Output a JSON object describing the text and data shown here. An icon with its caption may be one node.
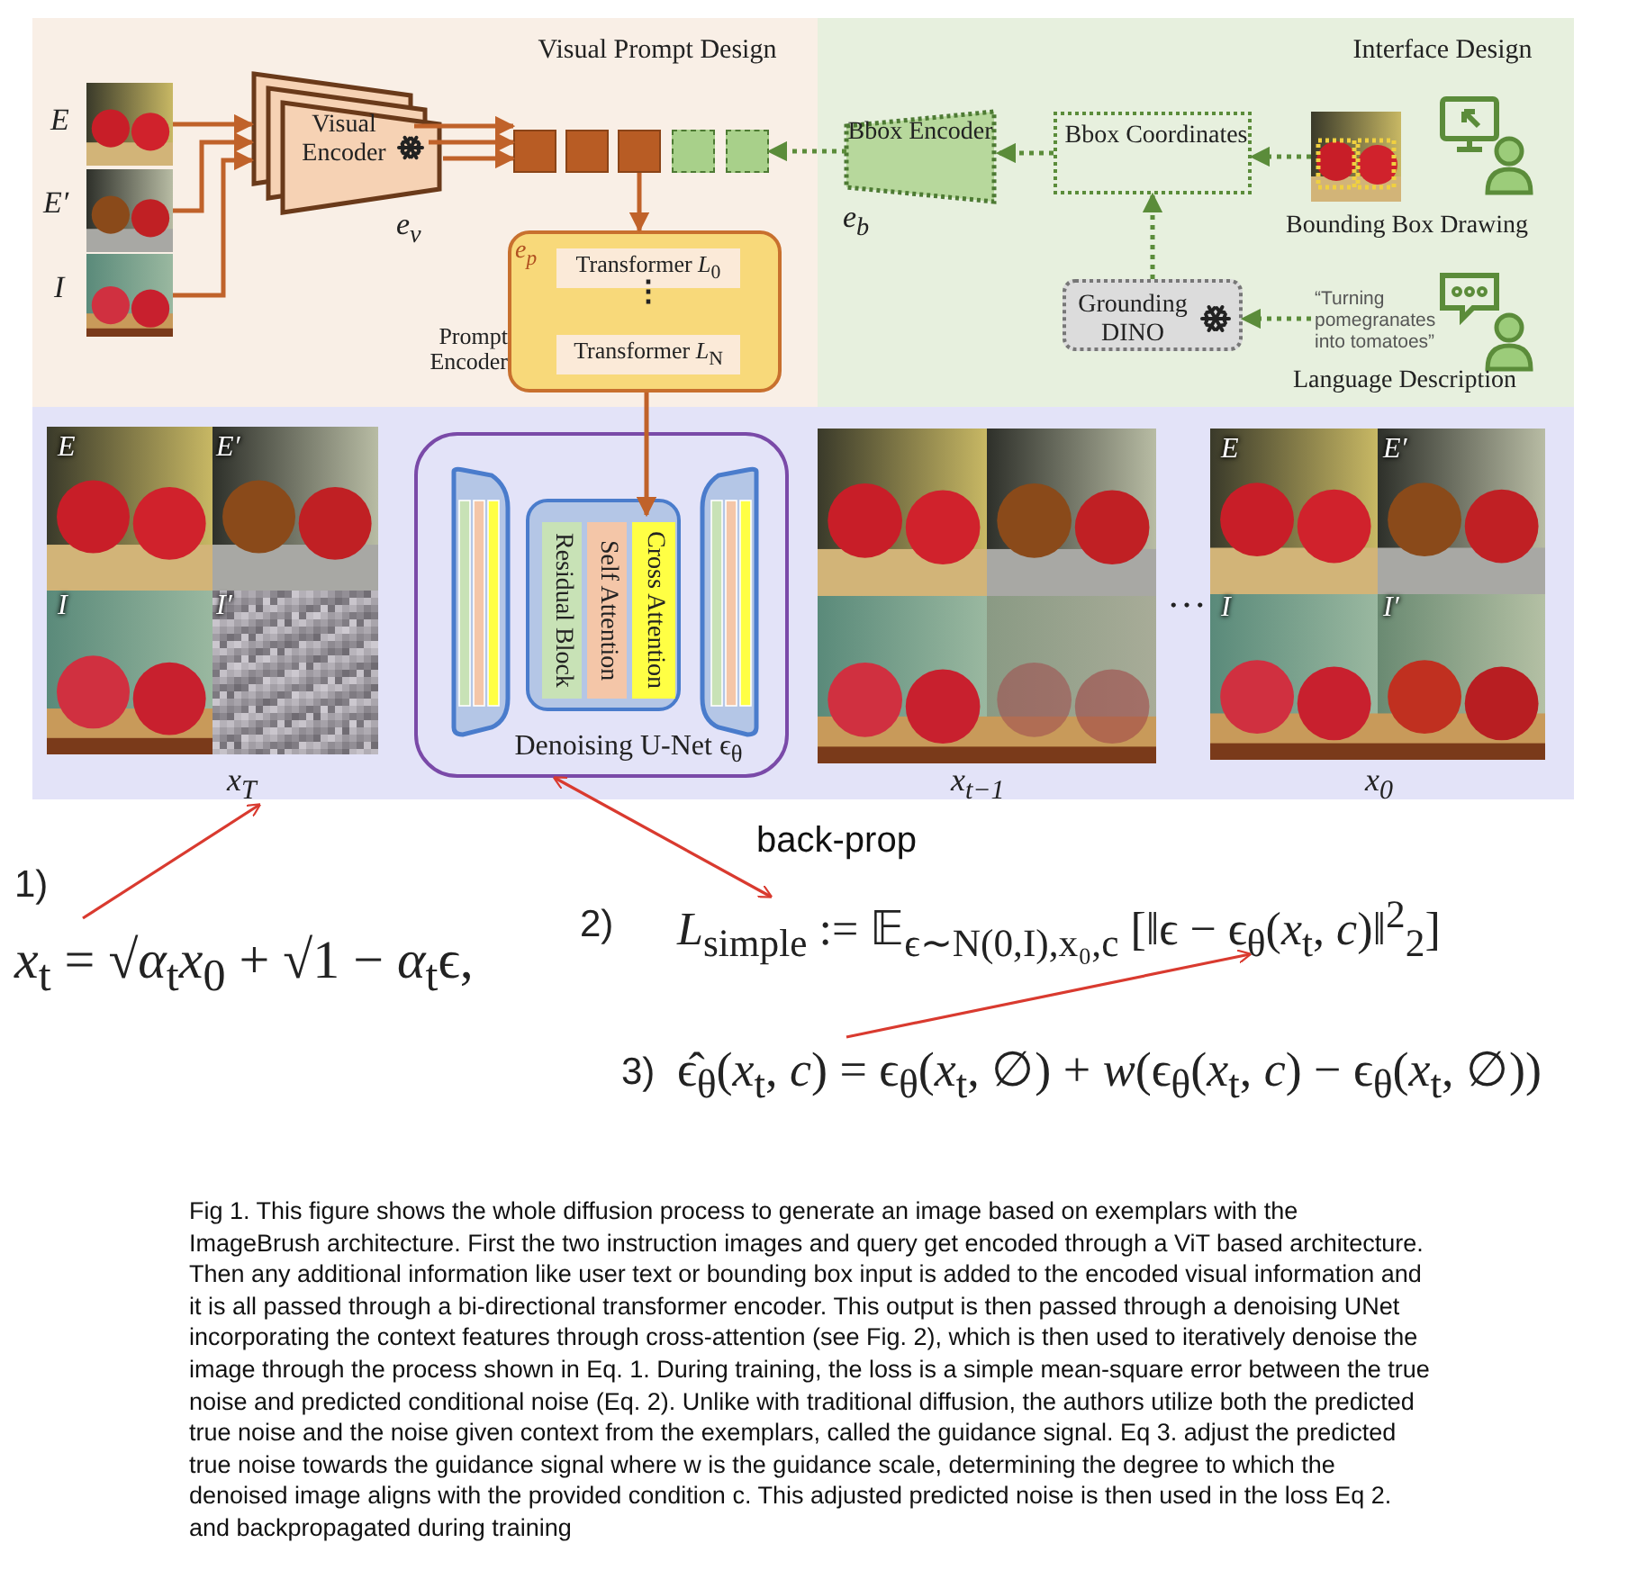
{
  "diagram": {
    "caption": "Fig 1. This figure shows the whole diffusion process to generate an image based on exemplars with the ImageBrush architecture. First the two instruction images and query get encoded through a ViT based architecture. Then any additional information like user text or bounding box input is added to the encoded visual information and it is all passed through a bi-directional transformer encoder. This output is then passed through a denoising UNet incorporating the context features through cross-attention (see Fig. 2), which is then used to iteratively denoise the image through the process shown in Eq. 1. During training, the loss is a simple mean-square error between the true noise and predicted conditional noise (Eq. 2). Unlike with traditional diffusion, the authors utilize both the predicted true noise and the noise given context from the exemplars, called the guidance signal. Eq 3. adjust the predicted true noise towards the guidance signal where w is the guidance scale, determining the degree to which the denoised image aligns with the provided condition c. This adjusted predicted noise is then used in the loss Eq 2. and backpropagated during training",
    "nodes": [
      {
        "text": [
          "Visual Prompt Design"
        ]
      },
      {
        "text": [
          "Interface Design"
        ]
      },
      {
        "text": [],
        "shape": "picture",
        "in": 0,
        "beside": [
          "E"
        ]
      },
      {
        "text": [],
        "shape": "picture",
        "in": 0,
        "beside": [
          "E′"
        ]
      },
      {
        "text": [],
        "shape": "picture",
        "in": 0,
        "beside": [
          "I"
        ]
      },
      {
        "text": [
          "Visual Encoder"
        ],
        "in": 0,
        "beside": [
          "e$_{v}$"
        ]
      },
      {
        "text": [],
        "shape": "box",
        "in": 0
      },
      {
        "text": [],
        "shape": "box",
        "in": 0
      },
      {
        "text": [],
        "shape": "box",
        "in": 0
      },
      {
        "text": [],
        "shape": "box",
        "in": 0
      },
      {
        "text": [],
        "shape": "box",
        "in": 0
      },
      {
        "text": [
          "e$_{p}$",
          "⋮"
        ],
        "in": 0,
        "beside": [
          "Prompt Encoder"
        ]
      },
      {
        "text": [
          "Transformer *L*$_{0}$"
        ],
        "in": 11
      },
      {
        "text": [
          "Transformer *L*$_{N}$"
        ],
        "in": 11
      },
      {
        "text": [
          "Bbox Encoder"
        ],
        "in": 1,
        "beside": [
          "e$_{b}$"
        ]
      },
      {
        "text": [
          "Bbox Coordinates"
        ],
        "in": 1
      },
      {
        "text": [],
        "shape": "picture",
        "in": 1,
        "beside": [
          "Bounding Box Drawing"
        ]
      },
      {
        "text": [
          "Grounding DINO"
        ],
        "in": 1
      },
      {
        "text": [
          "“Turning pomegranates into tomatoes”"
        ],
        "in": 1,
        "beside": [
          "Language Description"
        ]
      },
      {
        "text": [],
        "shape": "box"
      },
      {
        "text": [
          "E",
          "E′",
          "I",
          "I′"
        ],
        "in": 19,
        "beside": [
          "x$_{T}$"
        ]
      },
      {
        "text": [
          "Denoising U-Net ϵ$_{θ}$"
        ],
        "in": 19
      },
      {
        "text": [],
        "shape": "box",
        "in": 21
      },
      {
        "text": [],
        "shape": "box",
        "in": 21
      },
      {
        "text": [
          "Residual Block"
        ],
        "in": 23
      },
      {
        "text": [
          "Self Attention"
        ],
        "in": 23
      },
      {
        "text": [
          "Cross Attention"
        ],
        "in": 23
      },
      {
        "text": [],
        "shape": "box",
        "in": 21
      },
      {
        "text": [],
        "shape": "picture",
        "in": 19,
        "beside": [
          "x$_{t−1}$"
        ]
      },
      {
        "text": [
          "E",
          "E′",
          "I",
          "I′"
        ],
        "in": 19,
        "beside": [
          "x$_{0}$"
        ]
      },
      {
        "text": [
          "*x*$_{t}$ = √*α*$_{t}$*x*$_{0}$ + √1 − *α*$_{t}$ϵ,"
        ]
      },
      {
        "text": [
          "*L*$_{simple}$ := 𝔼$_{ϵ∼N(0,I),x₀,c}$ [‖ϵ − ϵ$_{θ}$(*x*$_{t}$, *c*)‖$^{2}$$_{2}$]"
        ]
      },
      {
        "text": [
          "ϵ̂$_{θ}$(*x*$_{t}$, *c*) = ϵ$_{θ}$(*x*$_{t}$, ∅) + *w*(ϵ$_{θ}$(*x*$_{t}$, *c*) − ϵ$_{θ}$(*x*$_{t}$, ∅))"
        ]
      }
    ],
    "edges": [
      {
        "from": 2,
        "to": 5,
        "arrow": "to"
      },
      {
        "from": 3,
        "to": 5,
        "arrow": "to"
      },
      {
        "from": 4,
        "to": 5,
        "arrow": "to"
      },
      {
        "from": 5,
        "to": 6,
        "arrow": "to"
      },
      {
        "from": 5,
        "to": 6,
        "arrow": "to"
      },
      {
        "from": 5,
        "to": 6,
        "arrow": "to"
      },
      {
        "from": 8,
        "to": 11,
        "arrow": "to"
      },
      {
        "from": 14,
        "to": 10,
        "arrow": "to",
        "style": "dashed",
        "color": "#5b8c3a"
      },
      {
        "from": 15,
        "to": 14,
        "arrow": "to",
        "style": "dashed",
        "color": "#5b8c3a"
      },
      {
        "from": 16,
        "to": 15,
        "arrow": "to",
        "style": "dashed",
        "color": "#5b8c3a"
      },
      {
        "from": 17,
        "to": 15,
        "arrow": "to",
        "style": "dashed",
        "color": "#5b8c3a"
      },
      {
        "from": 18,
        "to": 17,
        "arrow": "to",
        "style": "dashed",
        "color": "#5b8c3a"
      },
      {
        "from": 11,
        "to": 26,
        "arrow": "to"
      },
      {
        "from": 30,
        "to": 20,
        "arrow": "to",
        "color": "#d93a2f"
      },
      {
        "from": 21,
        "to": 31,
        "arrow": "both",
        "label": "back-prop",
        "color": "#d93a2f"
      },
      {
        "from": 32,
        "to": 31,
        "arrow": "to",
        "color": "#d93a2f"
      }
    ],
    "labels": [
      "…",
      "1)",
      "2)",
      "3)"
    ]
  }
}
